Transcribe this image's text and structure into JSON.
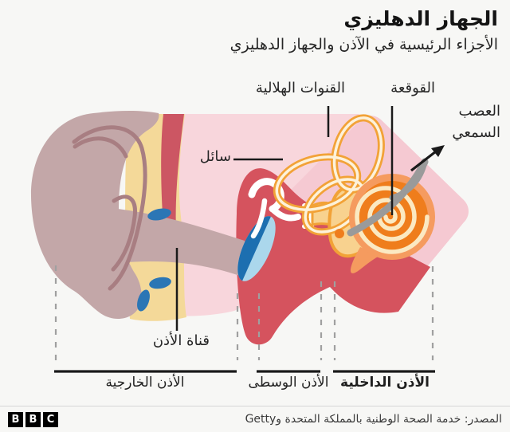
{
  "header": {
    "title": "الجهاز الدهليزي",
    "subtitle": "الأجزاء الرئيسية في الآذن والجهاز الدهليزي"
  },
  "labels": {
    "semicircular_canals": "القنوات الهلالية",
    "cochlea": "القوقعة",
    "auditory_nerve": "العصب السمعي",
    "fluid": "سائل",
    "ear_canal": "قناة الأذن"
  },
  "regions": {
    "outer_ear": "الأذن الخارجية",
    "middle_ear": "الأذن الوسطى",
    "inner_ear": "الأذن الداخلية"
  },
  "footer": {
    "source": "المصدر: خدمة الصحة الوطنية بالمملكة المتحدة وGetty",
    "logo_letters": [
      "B",
      "B",
      "C"
    ]
  },
  "colors": {
    "background": "#f7f7f5",
    "pinna": "#c3a7a8",
    "pinna_lines": "#a87e82",
    "bone_yellow": "#f4d999",
    "outer_pink": "#f8d6dc",
    "inner_pink": "#f5c9d2",
    "middle_ear_red": "#d5535e",
    "red_streak": "#cc5663",
    "eardrum_dark_blue": "#1d6fb0",
    "eardrum_light_blue": "#abd7ec",
    "tube_blue": "#2b76b5",
    "canal_orange": "#f2a237",
    "canal_fill": "#fdf2da",
    "vestibule": "#f8d28f",
    "cochlea_outer": "#f59b5f",
    "cochlea_inner": "#ef7d1c",
    "cochlea_line": "#fbe9c2",
    "nerve_gray": "#9a9a9a",
    "line_black": "#1a1a1a",
    "text": "#1f1f1f"
  }
}
